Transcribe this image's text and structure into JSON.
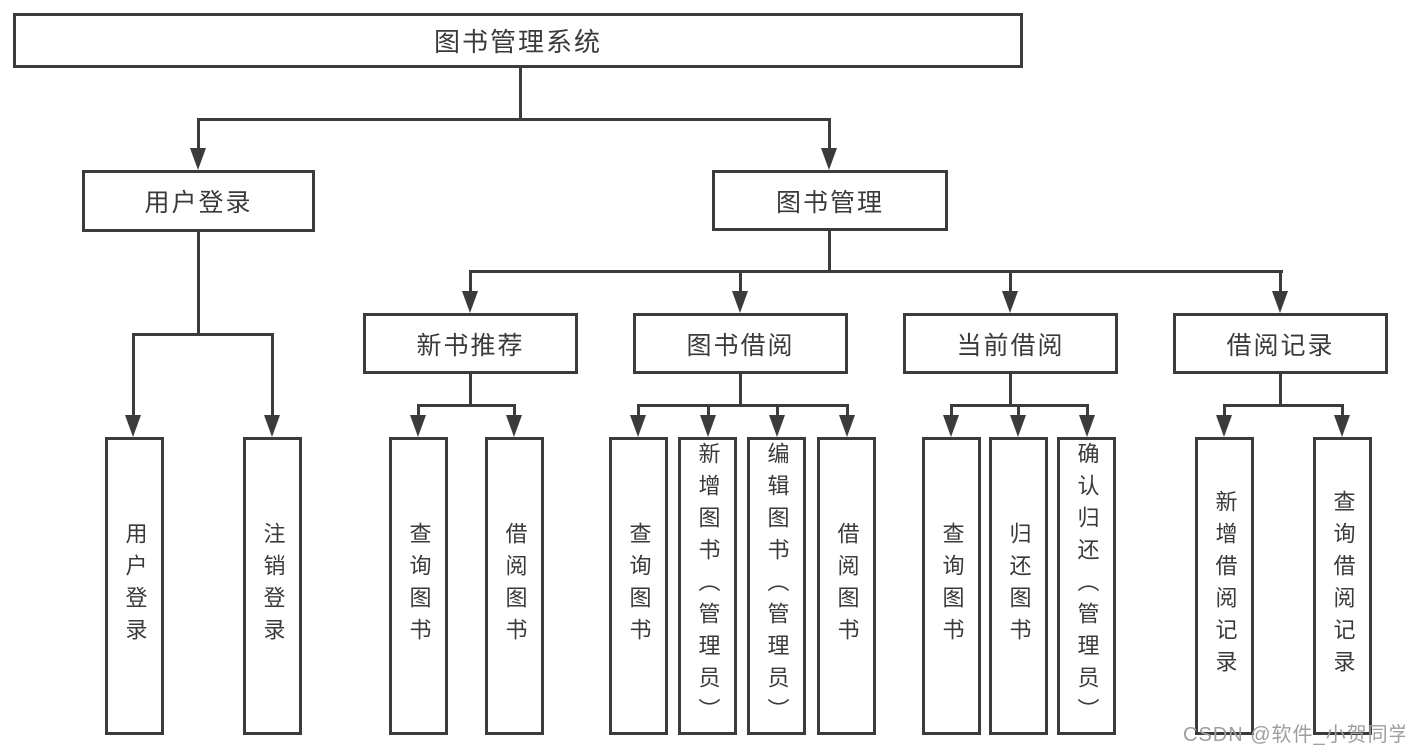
{
  "diagram": {
    "root_label": "图书管理系统",
    "user_login": {
      "label": "用户登录",
      "leaves": [
        "用户登录",
        "注销登录"
      ]
    },
    "book_mgmt": {
      "label": "图书管理",
      "sections": [
        {
          "label": "新书推荐",
          "leaves": [
            "查询图书",
            "借阅图书"
          ]
        },
        {
          "label": "图书借阅",
          "leaves": [
            "查询图书",
            "新增图书（管理员）",
            "编辑图书（管理员）",
            "借阅图书"
          ]
        },
        {
          "label": "当前借阅",
          "leaves": [
            "查询图书",
            "归还图书",
            "确认归还（管理员）"
          ]
        },
        {
          "label": "借阅记录",
          "leaves": [
            "新增借阅记录",
            "查询借阅记录"
          ]
        }
      ]
    },
    "watermark": "CSDN @软件_小贺同学",
    "colors": {
      "line": "#3b3b3b",
      "text": "#3a3a3a",
      "watermark": "#9e9e9e",
      "background": "#ffffff"
    }
  }
}
